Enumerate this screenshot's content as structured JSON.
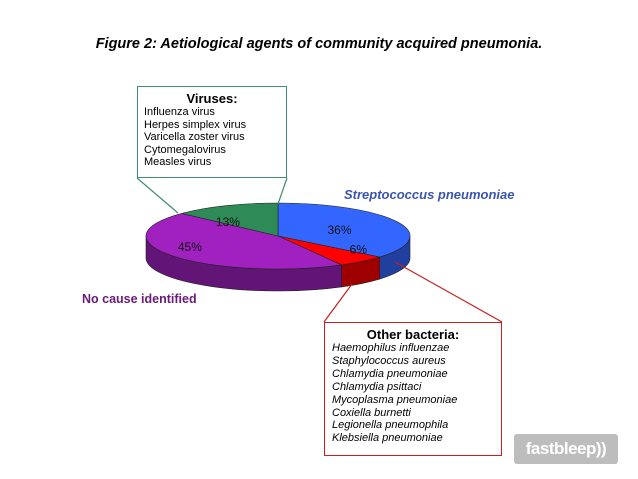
{
  "title": "Figure 2: Aetiological agents of community acquired pneumonia.",
  "chart_data": {
    "type": "pie",
    "slices": [
      {
        "label": "Streptococcus pneumoniae",
        "value": 36,
        "value_label": "36%",
        "color": "#3366ff"
      },
      {
        "label": "Other bacteria",
        "value": 6,
        "value_label": "6%",
        "color": "#ff0000"
      },
      {
        "label": "No cause identified",
        "value": 45,
        "value_label": "45%",
        "color": "#a020c0"
      },
      {
        "label": "Viruses",
        "value": 13,
        "value_label": "13%",
        "color": "#2e8b57"
      }
    ]
  },
  "virus_box": {
    "heading": "Viruses:",
    "items": [
      "Influenza virus",
      "Herpes simplex virus",
      "Varicella zoster virus",
      "Cytomegalovirus",
      "Measles virus"
    ]
  },
  "bacteria_box": {
    "heading": "Other bacteria:",
    "items": [
      "Haemophilus influenzae",
      "Staphylococcus aureus",
      "Chlamydia pneumoniae",
      "Chlamydia psittaci",
      "Mycoplasma pneumoniae",
      "Coxiella burnetti",
      "Legionella pneumophila",
      "Klebsiella pneumoniae"
    ]
  },
  "watermark": "fastbleep))"
}
